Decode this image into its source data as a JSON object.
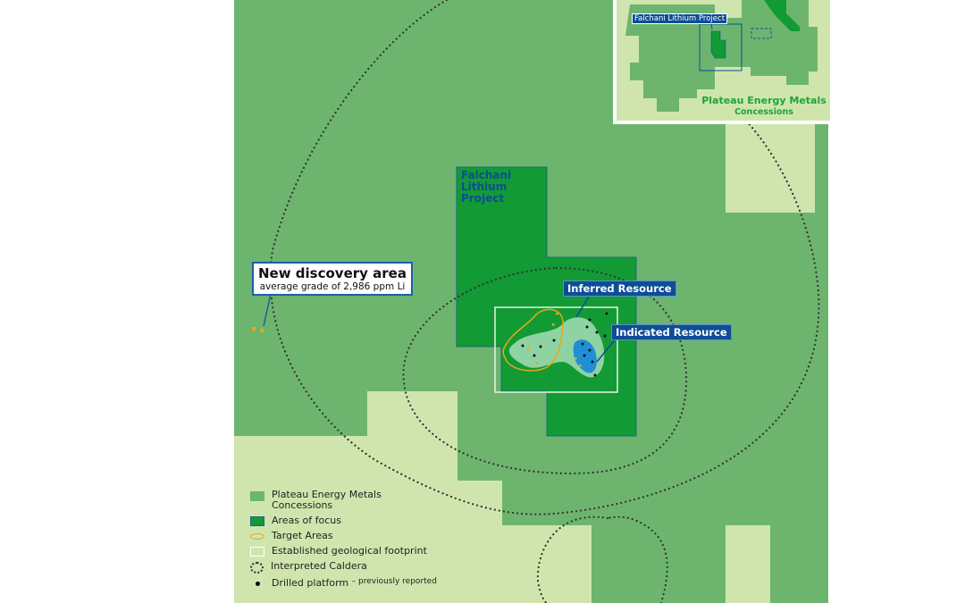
{
  "map": {
    "project_label": "Falchani Lithium Project",
    "discovery": {
      "title": "New discovery area",
      "subtitle": "average grade of 2,986 ppm Li"
    },
    "resource_labels": {
      "inferred": "Inferred Resource",
      "indicated": "Indicated Resource"
    }
  },
  "inset": {
    "project_label": "Falchani Lithium Project",
    "title": "Plateau Energy Metals",
    "subtitle": "Concessions"
  },
  "legend": {
    "items": [
      {
        "label": "Plateau Energy Metals Concessions",
        "color": "#6db56e"
      },
      {
        "label": "Areas of focus",
        "color": "#129a35"
      },
      {
        "label": "Target Areas",
        "color": "#e8a817"
      },
      {
        "label": "Established geological footprint",
        "color": "#d0e5ae"
      },
      {
        "label": "Interpreted Caldera",
        "color": "#333333"
      },
      {
        "label": "Drilled platform",
        "note": "– previously reported",
        "color": "#000000"
      }
    ]
  },
  "colors": {
    "concession": "#6db56e",
    "focus": "#129a35",
    "footprint": "#d0e5ae",
    "indicated": "#1f8fd8",
    "inferred": "#8fd3a3",
    "label_bg": "#0d4d96"
  }
}
